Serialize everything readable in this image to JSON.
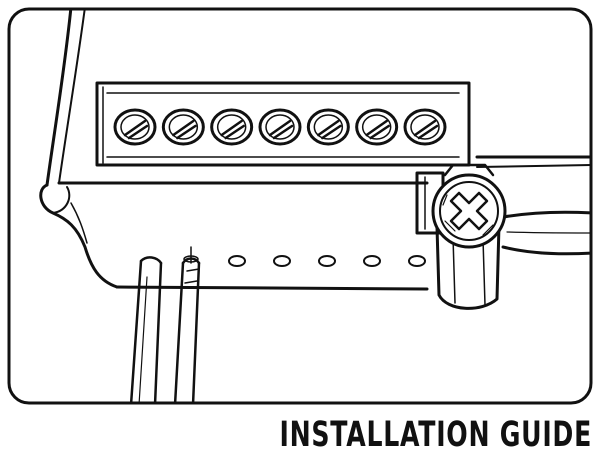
{
  "caption": {
    "text": "INSTALLATION GUIDE"
  },
  "colors": {
    "ink": "#111111",
    "paper": "#ffffff"
  },
  "illustration": {
    "subject": "control module with terminal block",
    "screw_terminal_count": 7,
    "pin_hole_count": 7
  }
}
